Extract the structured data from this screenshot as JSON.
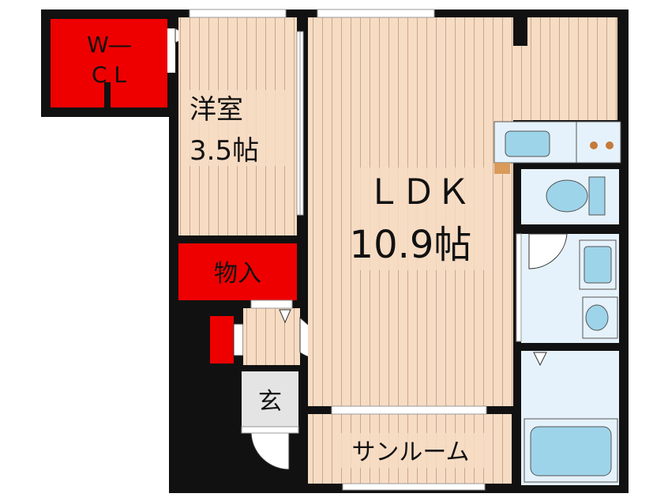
{
  "rooms": {
    "wcl": {
      "line1": "W―",
      "line2": "C L"
    },
    "western": {
      "line1": "洋室",
      "line2": "3.5帖"
    },
    "ldk": {
      "line1": "ＬＤＫ",
      "line2": "10.9帖"
    },
    "storage": {
      "label": "物入"
    },
    "entrance": {
      "label": "玄"
    },
    "sunroom": {
      "label": "サンルーム"
    }
  },
  "colors": {
    "wall": "#111111",
    "floor": "#f7dcc4",
    "floor_line": "#c9a78c",
    "closet": "#ee0000",
    "wet_area": "#e6f2fb",
    "fixture": "#9ed4ea",
    "entrance": "#e4e4e4"
  }
}
